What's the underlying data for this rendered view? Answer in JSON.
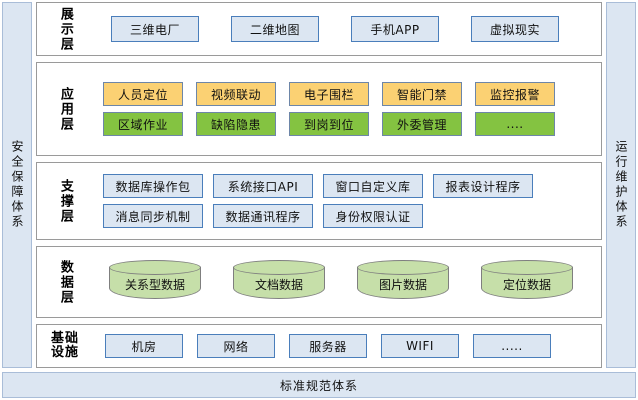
{
  "side_bands": {
    "left": {
      "label": "安全保障体系"
    },
    "right": {
      "label": "运行维护体系"
    }
  },
  "bottom_band": {
    "label": "标准规范体系"
  },
  "layers": [
    {
      "id": "presentation",
      "label": "展示层",
      "rows": [
        {
          "style": "blue",
          "nodes": [
            "三维电厂",
            "二维地图",
            "手机APP",
            "虚拟现实"
          ]
        }
      ]
    },
    {
      "id": "application",
      "label": "应用层",
      "rows": [
        {
          "style": "orange",
          "nodes": [
            "人员定位",
            "视频联动",
            "电子围栏",
            "智能门禁",
            "监控报警"
          ]
        },
        {
          "style": "green",
          "nodes": [
            "区域作业",
            "缺陷隐患",
            "到岗到位",
            "外委管理",
            "...."
          ]
        }
      ]
    },
    {
      "id": "support",
      "label": "支撑层",
      "rows": [
        {
          "style": "blue",
          "nodes": [
            "数据库操作包",
            "系统接口API",
            "窗口自定义库",
            "报表设计程序"
          ]
        },
        {
          "style": "blue",
          "nodes": [
            "消息同步机制",
            "数据通讯程序",
            "身份权限认证"
          ]
        }
      ]
    },
    {
      "id": "data",
      "label": "数据层",
      "rows": [
        {
          "style": "cylinder",
          "nodes": [
            "关系型数据",
            "文档数据",
            "图片数据",
            "定位数据"
          ]
        }
      ]
    },
    {
      "id": "infrastructure",
      "label": "基础设施",
      "rows": [
        {
          "style": "blue",
          "nodes": [
            "机房",
            "网络",
            "服务器",
            "WIFI",
            "....."
          ]
        }
      ]
    }
  ],
  "colors": {
    "blue_fill": "#dce6f2",
    "blue_border": "#4a7ebb",
    "orange_fill": "#fbd173",
    "green_fill": "#84c341",
    "node_gray_border": "#6d86a8",
    "cylinder_fill": "#c6dfa9",
    "cylinder_border": "#7f7f7f",
    "panel_border": "#9a9a9a",
    "band_fill": "#dce6f2",
    "band_border": "#a9bdd8"
  }
}
